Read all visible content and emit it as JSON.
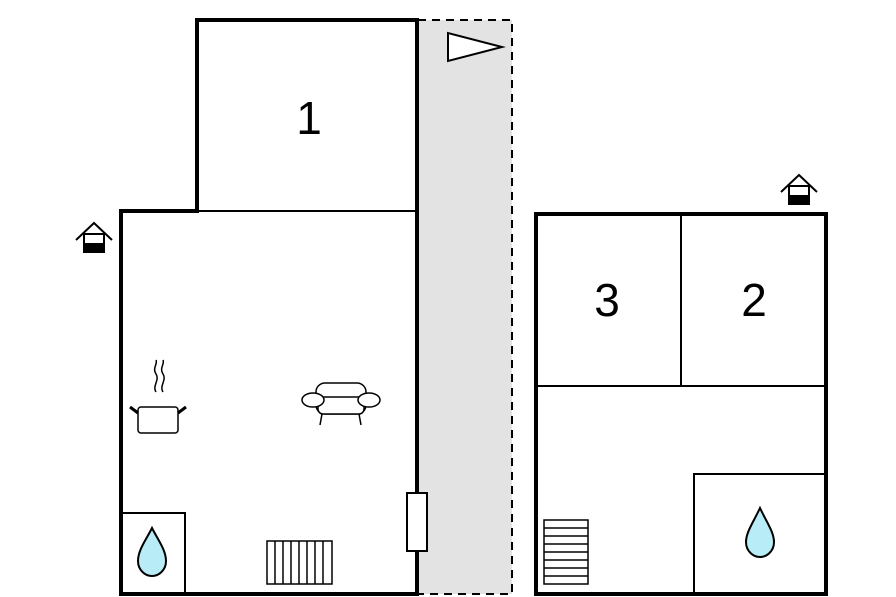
{
  "rooms": {
    "room1": {
      "label": "1"
    },
    "room2": {
      "label": "2"
    },
    "room3": {
      "label": "3"
    }
  },
  "colors": {
    "wall": "#000000",
    "terrace": "#e3e3e3",
    "water": "#b8ecf6",
    "background": "#ffffff"
  },
  "icons": [
    "entrance-house-icon",
    "north-arrow-icon",
    "kitchen-pot-icon",
    "sofa-icon",
    "radiator-icon",
    "shower-drop-icon",
    "staircase-icon",
    "door-icon"
  ]
}
